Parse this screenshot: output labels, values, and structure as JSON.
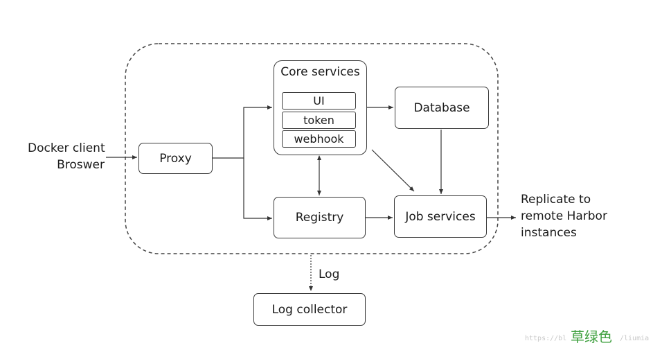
{
  "diagram": {
    "proxy": "Proxy",
    "core_services": {
      "title": "Core services",
      "items": [
        "UI",
        "token",
        "webhook"
      ]
    },
    "database": "Database",
    "registry": "Registry",
    "job_services": "Job services",
    "log_collector": "Log collector",
    "log_label": "Log",
    "client_label": [
      "Docker client",
      "Broswer"
    ],
    "replicate_label": [
      "Replicate to",
      "remote Harbor",
      "instances"
    ]
  },
  "watermark": {
    "url_left": "https://bl",
    "url_right": "/liumia",
    "overlay": "草绿色"
  }
}
